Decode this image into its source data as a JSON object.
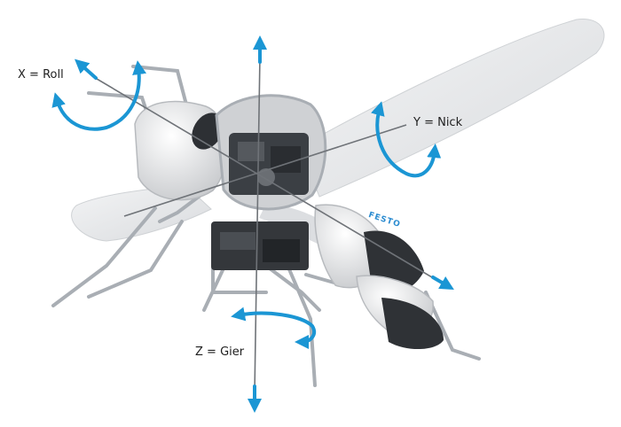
{
  "labels": {
    "x_axis": "X = Roll",
    "y_axis": "Y = Nick",
    "z_axis": "Z = Gier",
    "brand": "FESTO"
  },
  "colors": {
    "arrow": "#1b96d4",
    "axis_line": "#6f7378",
    "wing": "#e9eaec",
    "frame": "#a9aeb4",
    "body_white": "#f1f1f1",
    "mechanics": "#3b3f44"
  },
  "icons": {
    "x_arrow": "curved-rotation-arrow-icon",
    "y_arrow": "curved-rotation-arrow-icon",
    "z_arrow": "curved-rotation-arrow-icon"
  }
}
